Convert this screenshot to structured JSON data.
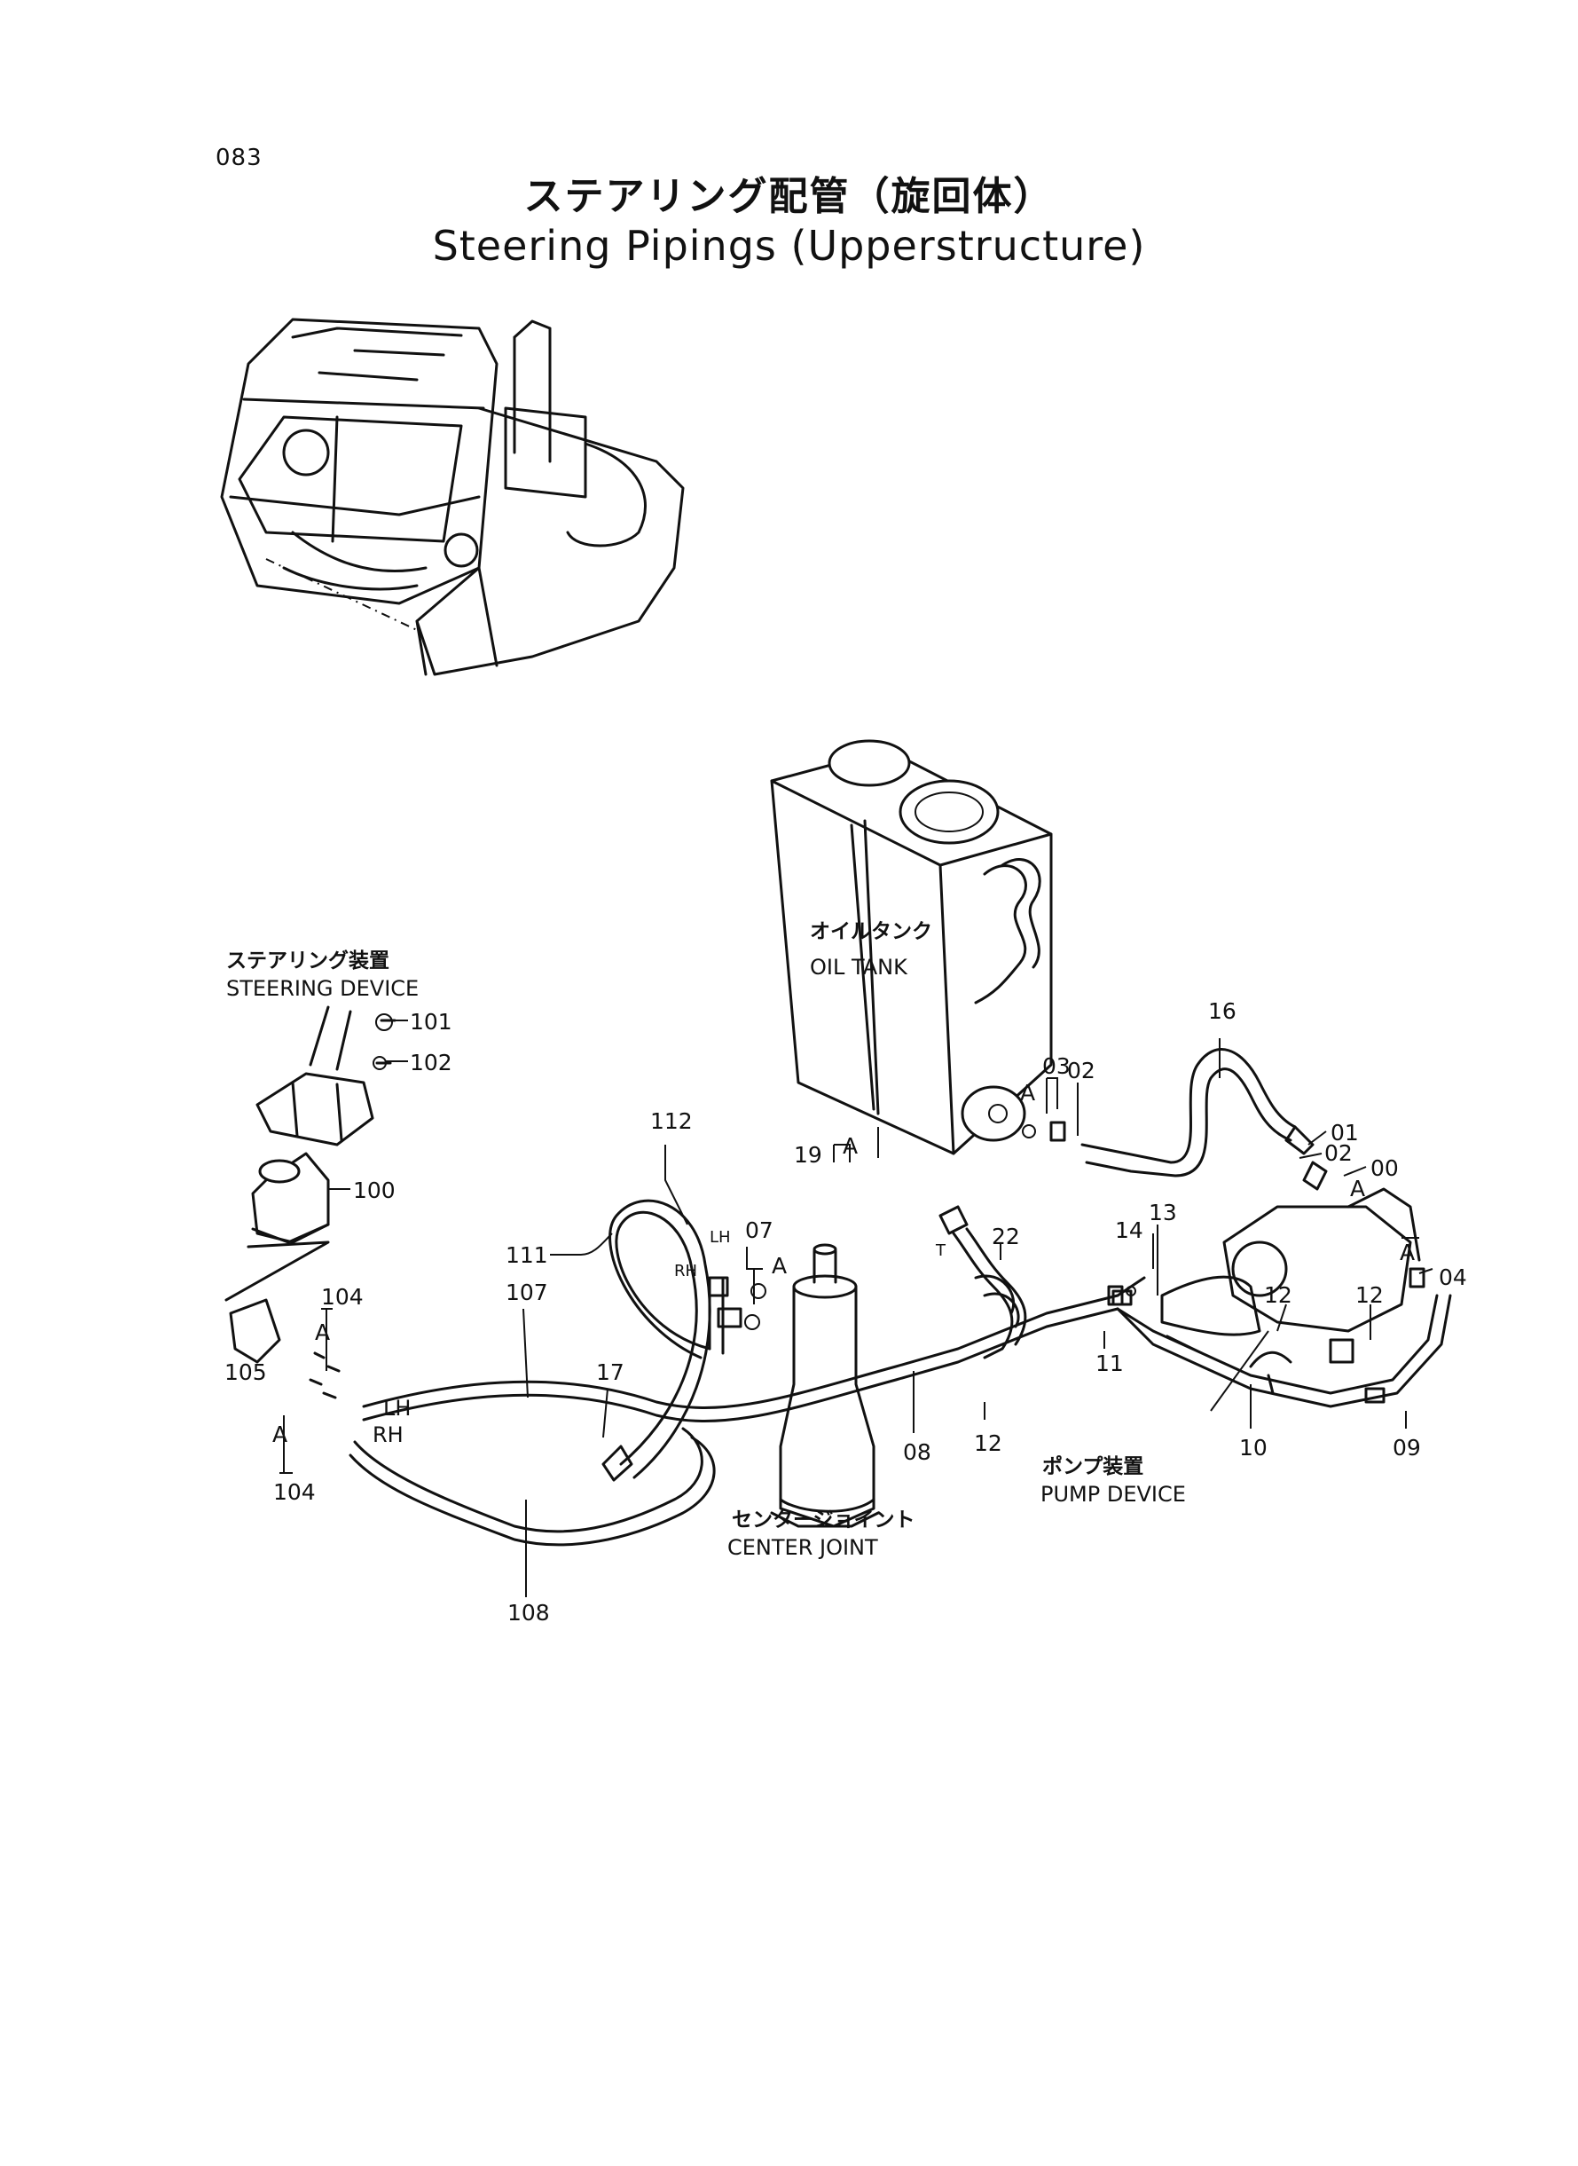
{
  "page_number": "083",
  "title_jp": "ステアリング配管（旋回体）",
  "title_en": "Steering Pipings (Upperstructure)",
  "captions": {
    "steering_device_jp": "ステアリング装置",
    "steering_device_en": "STEERING DEVICE",
    "oil_tank_jp": "オイルタンク",
    "oil_tank_en": "OIL TANK",
    "center_joint_jp": "センタージョイント",
    "center_joint_en": "CENTER JOINT",
    "pump_device_jp": "ポンプ装置",
    "pump_device_en": "PUMP DEVICE"
  },
  "callouts": {
    "p101": "101",
    "p102": "102",
    "p100": "100",
    "p104_top": "104",
    "p104_bot": "104",
    "p105": "105",
    "p107": "107",
    "p108": "108",
    "p111": "111",
    "p112": "112",
    "p17": "17",
    "p07": "07",
    "p08": "08",
    "p12_a": "12",
    "p12_b": "12",
    "p12_c": "12",
    "p22": "22",
    "p19": "19",
    "p03": "03",
    "p02_a": "02",
    "p02_b": "02",
    "p01": "01",
    "p00": "00",
    "p04": "04",
    "p16": "16",
    "p14": "14",
    "p13": "13",
    "p11": "11",
    "p10": "10",
    "p09": "09"
  },
  "small_marks": {
    "a": "A",
    "lh": "LH",
    "rh": "RH",
    "t": "T"
  }
}
